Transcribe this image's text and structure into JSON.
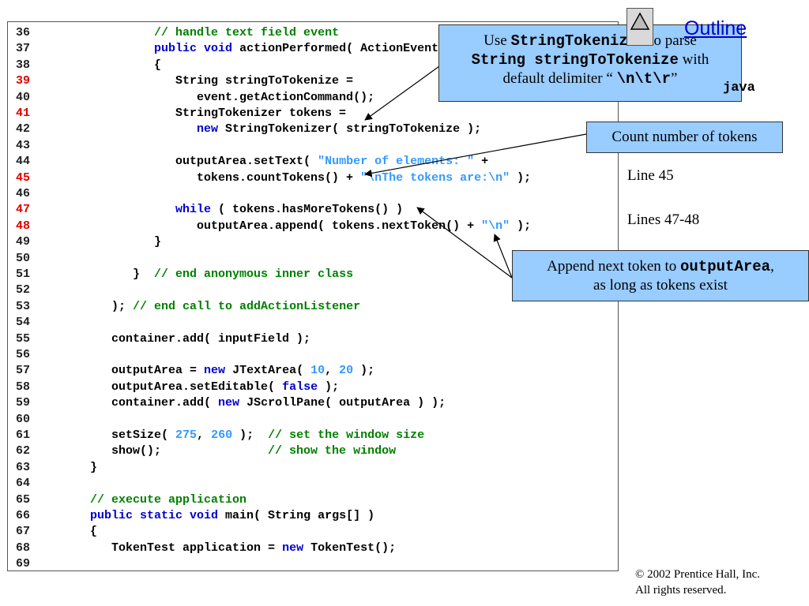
{
  "code_lines": [
    {
      "n": "36",
      "hl": false,
      "parts": [
        {
          "t": "               "
        },
        {
          "t": "// handle text field event",
          "c": "c-comment"
        }
      ]
    },
    {
      "n": "37",
      "hl": false,
      "parts": [
        {
          "t": "               "
        },
        {
          "t": "public void",
          "c": "c-kw"
        },
        {
          "t": " actionPerformed( ActionEvent event )"
        }
      ]
    },
    {
      "n": "38",
      "hl": false,
      "parts": [
        {
          "t": "               {"
        }
      ]
    },
    {
      "n": "39",
      "hl": true,
      "parts": [
        {
          "t": "                  String stringToTokenize ="
        }
      ]
    },
    {
      "n": "40",
      "hl": false,
      "parts": [
        {
          "t": "                     event.getActionCommand();"
        }
      ]
    },
    {
      "n": "41",
      "hl": true,
      "parts": [
        {
          "t": "                  StringTokenizer tokens ="
        }
      ]
    },
    {
      "n": "42",
      "hl": false,
      "parts": [
        {
          "t": "                     "
        },
        {
          "t": "new",
          "c": "c-kw"
        },
        {
          "t": " StringTokenizer( stringToTokenize );"
        }
      ]
    },
    {
      "n": "43",
      "hl": false,
      "parts": [
        {
          "t": ""
        }
      ]
    },
    {
      "n": "44",
      "hl": false,
      "parts": [
        {
          "t": "                  outputArea.setText( "
        },
        {
          "t": "\"Number of elements: \"",
          "c": "c-str"
        },
        {
          "t": " +"
        }
      ]
    },
    {
      "n": "45",
      "hl": true,
      "parts": [
        {
          "t": "                     tokens.countTokens() + "
        },
        {
          "t": "\"\\nThe tokens are:\\n\"",
          "c": "c-str"
        },
        {
          "t": " );"
        }
      ]
    },
    {
      "n": "46",
      "hl": false,
      "parts": [
        {
          "t": ""
        }
      ]
    },
    {
      "n": "47",
      "hl": true,
      "parts": [
        {
          "t": "                  "
        },
        {
          "t": "while",
          "c": "c-kw"
        },
        {
          "t": " ( tokens.hasMoreTokens() )"
        }
      ]
    },
    {
      "n": "48",
      "hl": true,
      "parts": [
        {
          "t": "                     outputArea.append( tokens.nextToken() + "
        },
        {
          "t": "\"\\n\"",
          "c": "c-str"
        },
        {
          "t": " );"
        }
      ]
    },
    {
      "n": "49",
      "hl": false,
      "parts": [
        {
          "t": "               }"
        }
      ]
    },
    {
      "n": "50",
      "hl": false,
      "parts": [
        {
          "t": ""
        }
      ]
    },
    {
      "n": "51",
      "hl": false,
      "parts": [
        {
          "t": "            }  "
        },
        {
          "t": "// end anonymous inner class",
          "c": "c-comment"
        }
      ]
    },
    {
      "n": "52",
      "hl": false,
      "parts": [
        {
          "t": ""
        }
      ]
    },
    {
      "n": "53",
      "hl": false,
      "parts": [
        {
          "t": "         ); "
        },
        {
          "t": "// end call to addActionListener",
          "c": "c-comment"
        }
      ]
    },
    {
      "n": "54",
      "hl": false,
      "parts": [
        {
          "t": ""
        }
      ]
    },
    {
      "n": "55",
      "hl": false,
      "parts": [
        {
          "t": "         container.add( inputField );"
        }
      ]
    },
    {
      "n": "56",
      "hl": false,
      "parts": [
        {
          "t": ""
        }
      ]
    },
    {
      "n": "57",
      "hl": false,
      "parts": [
        {
          "t": "         outputArea = "
        },
        {
          "t": "new",
          "c": "c-kw"
        },
        {
          "t": " JTextArea( "
        },
        {
          "t": "10",
          "c": "c-str"
        },
        {
          "t": ", "
        },
        {
          "t": "20",
          "c": "c-str"
        },
        {
          "t": " );"
        }
      ]
    },
    {
      "n": "58",
      "hl": false,
      "parts": [
        {
          "t": "         outputArea.setEditable( "
        },
        {
          "t": "false",
          "c": "c-kw"
        },
        {
          "t": " );"
        }
      ]
    },
    {
      "n": "59",
      "hl": false,
      "parts": [
        {
          "t": "         container.add( "
        },
        {
          "t": "new",
          "c": "c-kw"
        },
        {
          "t": " JScrollPane( outputArea ) );"
        }
      ]
    },
    {
      "n": "60",
      "hl": false,
      "parts": [
        {
          "t": ""
        }
      ]
    },
    {
      "n": "61",
      "hl": false,
      "parts": [
        {
          "t": "         setSize( "
        },
        {
          "t": "275",
          "c": "c-str"
        },
        {
          "t": ", "
        },
        {
          "t": "260",
          "c": "c-str"
        },
        {
          "t": " );  "
        },
        {
          "t": "// set the window size",
          "c": "c-comment"
        }
      ]
    },
    {
      "n": "62",
      "hl": false,
      "parts": [
        {
          "t": "         show();               "
        },
        {
          "t": "// show the window",
          "c": "c-comment"
        }
      ]
    },
    {
      "n": "63",
      "hl": false,
      "parts": [
        {
          "t": "      }"
        }
      ]
    },
    {
      "n": "64",
      "hl": false,
      "parts": [
        {
          "t": ""
        }
      ]
    },
    {
      "n": "65",
      "hl": false,
      "parts": [
        {
          "t": "      "
        },
        {
          "t": "// execute application",
          "c": "c-comment"
        }
      ]
    },
    {
      "n": "66",
      "hl": false,
      "parts": [
        {
          "t": "      "
        },
        {
          "t": "public static void",
          "c": "c-kw"
        },
        {
          "t": " main( String args[] )"
        }
      ]
    },
    {
      "n": "67",
      "hl": false,
      "parts": [
        {
          "t": "      {"
        }
      ]
    },
    {
      "n": "68",
      "hl": false,
      "parts": [
        {
          "t": "         TokenTest application = "
        },
        {
          "t": "new",
          "c": "c-kw"
        },
        {
          "t": " TokenTest();"
        }
      ]
    },
    {
      "n": "69",
      "hl": false,
      "parts": [
        {
          "t": ""
        }
      ]
    }
  ],
  "callouts": {
    "parse": {
      "pre": "Use ",
      "code1": "StringTokenizer",
      "mid": " to parse",
      "code2": "String stringToTokenize",
      "post": " with",
      "line3_pre": "default delimiter “ ",
      "code3": "\\n\\t\\r",
      "line3_post": "”"
    },
    "count": {
      "text": "Count number of tokens"
    },
    "append": {
      "pre": "Append next token to ",
      "code": "outputArea",
      "post": ",",
      "line2": "as long as tokens exist"
    }
  },
  "sidebar": {
    "outline_label": "Outline",
    "file_label": "java",
    "line45_label": "Line 45",
    "lines4748_label": "Lines 47-48"
  },
  "footer": {
    "copyright_line1": "© 2002 Prentice Hall, Inc.",
    "copyright_line2": "All rights reserved."
  }
}
